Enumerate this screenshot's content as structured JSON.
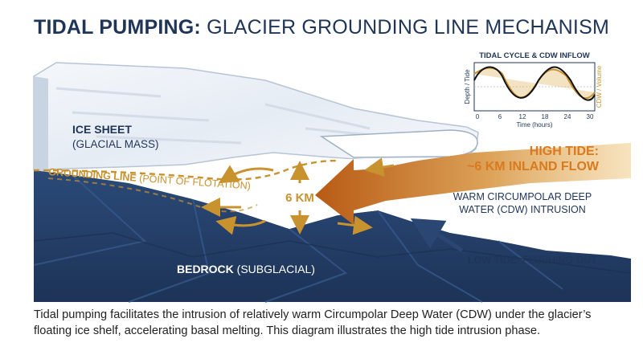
{
  "title": {
    "bold": "TIDAL PUMPING:",
    "rest": "GLACIER GROUNDING LINE MECHANISM"
  },
  "labels": {
    "ice_sheet_bold": "ICE SHEET",
    "ice_sheet_sub": "(GLACIAL MASS)",
    "grounding_bold": "GROUNDING LINE",
    "grounding_sub": "(POINT OF FLOTATION)",
    "six_km": "6 KM",
    "high_tide_line1": "HIGH TIDE:",
    "high_tide_line2": "~6 KM INLAND FLOW",
    "cdw_line1": "WARM CIRCUMPOLAR DEEP",
    "cdw_line2": "WATER (CDW) INTRUSION",
    "low_tide_bold": "LOW TIDE",
    "low_tide_rest": ": FLUSHING OUT",
    "bedrock_bold": "BEDROCK",
    "bedrock_sub": "(SUBGLACIAL)"
  },
  "inset": {
    "title": "TIDAL CYCLE & CDW INFLOW",
    "ylabel_left": "Depth / Tide",
    "ylabel_right": "CDW / Volume",
    "xlabel": "Time (hours)",
    "ticks": [
      "0",
      "6",
      "12",
      "18",
      "24",
      "30"
    ]
  },
  "colors": {
    "navy": "#1f3557",
    "bedrock": "#2a4672",
    "gold": "#c8922e",
    "orange": "#d97a1e",
    "ice": "#eef2f7"
  },
  "caption": "Tidal pumping facilitates the intrusion of relatively warm Circumpolar Deep Water (CDW) under the glacier’s floating ice shelf, accelerating basal melting. This diagram illustrates the high tide intrusion phase."
}
